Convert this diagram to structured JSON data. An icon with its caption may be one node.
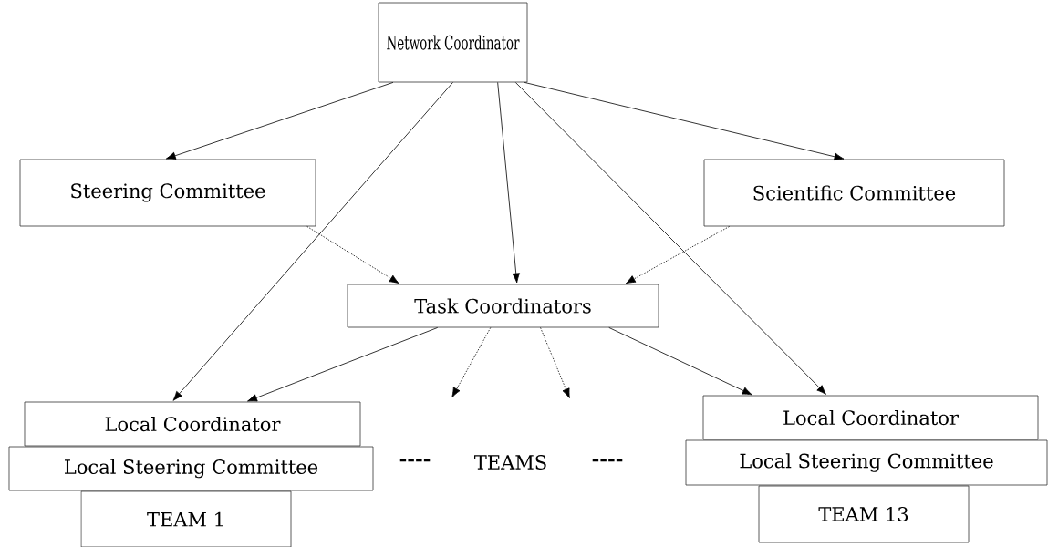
{
  "diagram": {
    "nodes": [
      {
        "text": [
          "Network Coordinator"
        ]
      },
      {
        "text": [
          "Steering Committee"
        ]
      },
      {
        "text": [
          "Scientific Committee"
        ]
      },
      {
        "text": [
          "Task Coordinators"
        ]
      },
      {
        "text": [
          "Local Coordinator"
        ]
      },
      {
        "text": [
          "Local Steering Committee"
        ]
      },
      {
        "text": [
          "TEAM 1"
        ]
      },
      {
        "text": [
          "Local Coordinator"
        ]
      },
      {
        "text": [
          "Local Steering Committee"
        ]
      },
      {
        "text": [
          "TEAM 13"
        ]
      }
    ],
    "edges": [
      {
        "from": 0,
        "to": 1,
        "arrow": "to"
      },
      {
        "from": 0,
        "to": 2,
        "arrow": "to"
      },
      {
        "from": 0,
        "to": 3,
        "arrow": "to"
      },
      {
        "from": 0,
        "to": 4,
        "arrow": "to"
      },
      {
        "from": 0,
        "to": 7,
        "arrow": "to"
      },
      {
        "from": 1,
        "to": 3,
        "arrow": "to",
        "style": "dashed"
      },
      {
        "from": 2,
        "to": 3,
        "arrow": "to",
        "style": "dashed"
      },
      {
        "from": 3,
        "to": 4,
        "arrow": "to"
      },
      {
        "from": 3,
        "to": 7,
        "arrow": "to"
      },
      {
        "from": 3,
        "to": null,
        "arrow": "to",
        "style": "dashed"
      },
      {
        "from": 3,
        "to": null,
        "arrow": "to",
        "style": "dashed"
      }
    ],
    "labels": [
      "----",
      "TEAMS",
      "----"
    ]
  }
}
